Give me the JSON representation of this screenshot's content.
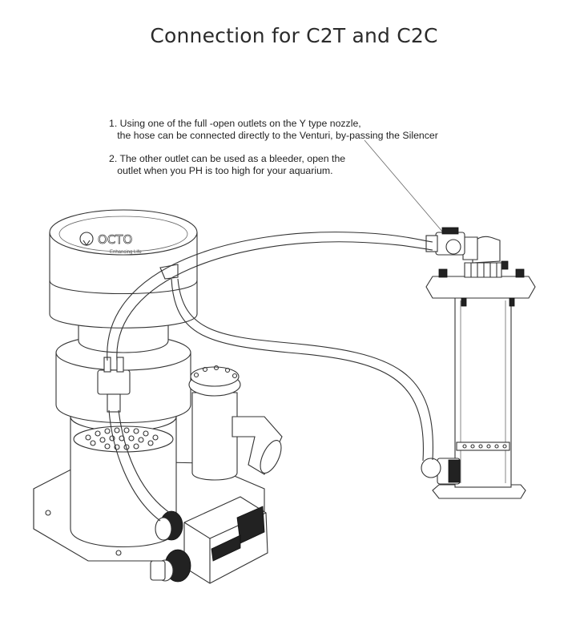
{
  "title": "Connection for C2T and C2C",
  "notes": [
    "1. Using one of the full -open outlets on the Y type nozzle,",
    "   the hose can be connected directly to the Venturi, by-passing the Silencer",
    "2. The other outlet can be used as a bleeder, open the",
    "   outlet when you PH is too high for your aquarium."
  ],
  "logo": {
    "brand": "OCTO",
    "tagline": "Enhancing Life"
  }
}
